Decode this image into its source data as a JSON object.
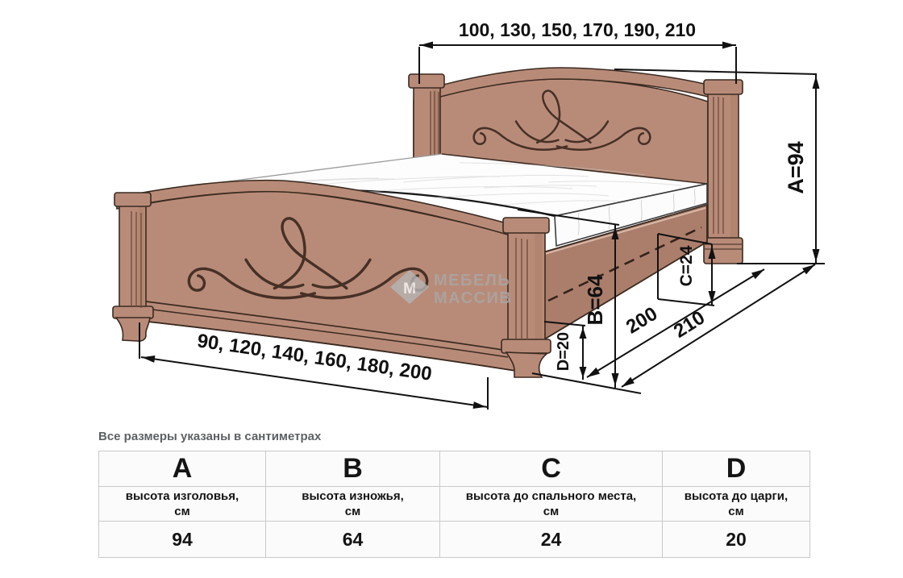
{
  "diagram": {
    "dim_top_widths": "100, 130, 150, 170, 190, 210",
    "dim_bottom_widths": "90, 120, 140, 160, 180, 200",
    "dim_a": "А=94",
    "dim_b": "В=64",
    "dim_c": "С=24",
    "dim_d": "D=20",
    "dim_length_inner": "200",
    "dim_length_outer": "210",
    "watermark_line1": "МЕБЕЛЬ",
    "watermark_line2": "МАССИВ"
  },
  "note": "Все размеры указаны в сантиметрах",
  "table": {
    "columns": [
      {
        "letter": "А",
        "desc": "высота изголовья,",
        "unit": "см",
        "value": "94"
      },
      {
        "letter": "В",
        "desc": "высота изножья,",
        "unit": "см",
        "value": "64"
      },
      {
        "letter": "С",
        "desc": "высота до спального места,",
        "unit": "см",
        "value": "24"
      },
      {
        "letter": "D",
        "desc": "высота до царги,",
        "unit": "см",
        "value": "20"
      }
    ]
  },
  "colors": {
    "board": "#b88b78",
    "outline": "#3a2a20",
    "dimension": "#111111",
    "watermark": "#a8a8a8"
  }
}
